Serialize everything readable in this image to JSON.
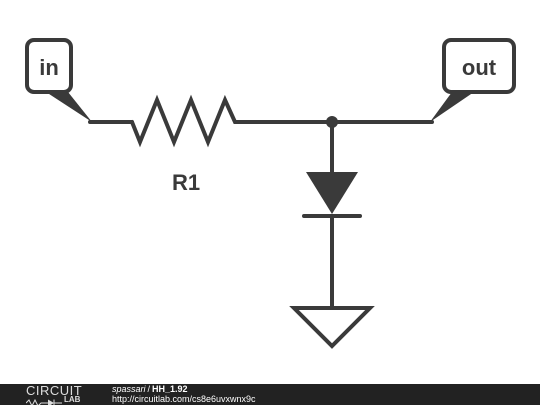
{
  "schematic": {
    "input_terminal": "in",
    "output_terminal": "out",
    "resistor_label": "R1"
  },
  "footer": {
    "logo_top": "CIRCUIT",
    "logo_bottom": "LAB",
    "author": "spassari",
    "separator": "/",
    "title": "HH_1.92",
    "url": "http://circuitlab.com/cs8e6uvxwnx9c"
  },
  "colors": {
    "stroke": "#3a3a3a",
    "footer_bg": "#222222",
    "background": "#ffffff"
  }
}
